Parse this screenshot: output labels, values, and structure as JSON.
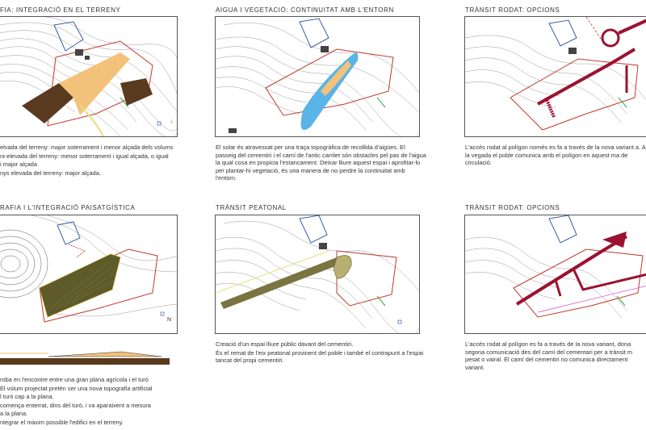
{
  "panels": [
    {
      "id": "topografia-1",
      "title": "FIA: INTEGRACIÓ EN EL TERRENY",
      "text": [
        "elvada del terreny: major soterrament i menor alçada dels volums",
        "ni-elevada del terreny: menor soterrament i igual alçada, o igual",
        "i major alçada",
        "nys elevada del terreny: major alçada."
      ]
    },
    {
      "id": "aigua",
      "title": "AIGUA I VEGETACIÓ: CONTINUITAT AMB L'ENTORN",
      "text": [
        "El solar és atravessat per una traça topogràfica de recollida d'aigües. El passeig del cementiri i el camí de l'antic carrilet són obstacles pel pas de l'aigua la qual cosa en propicia l'estancament. Deixar lliure aquest espai i aprofitar-lo per plantar-hi vegetació, és una manera de no perdre la continuitat amb l'entorn."
      ]
    },
    {
      "id": "transit-rodat-1",
      "title": "TRÀNSIT RODAT: OPCIONS",
      "text": [
        "L'accés rodat al polígon només es fa a través de la nova variant a. A la vegada el poble comunica amb el polígon en aquest ma de circulació."
      ]
    },
    {
      "id": "topografia-2",
      "title": "RAFIA I L'INTEGRACIÓ PAISATGÍSTICA",
      "text": [
        "roba en l'encontre entre una gran plana agrícola i el turó",
        "El volum projectat pretén ser una nova topografia artificial",
        "l turó cap a la plana.",
        "comença enterrat, dins del turó, i va aparaixent a mesura",
        "a la plana.",
        "ntegrar el màxim possible l'edifici en el terreny."
      ]
    },
    {
      "id": "transit-peatonal",
      "title": "TRÀNSIT PEATONAL",
      "text": [
        "Creació d'un espai lliure públic davant del cementiri.",
        "És el remat de l'eix peatonal provinent del poble i també el contrapunt a l'espai tancat del propi cementiri."
      ]
    },
    {
      "id": "transit-rodat-2",
      "title": "TRÀNSIT RODAT: OPCIONS",
      "text": [
        "L'accés rodat al polígon es fa a través de la nova variant, dona segona comunicació des del camí del cementari per a trànsit m pesat o vairal. El camí del cementiri no comunica directament variant."
      ]
    }
  ],
  "north_labels": [
    "N",
    "N"
  ],
  "colors": {
    "contour": "#9a9a9a",
    "plot_outline": "#c0392b",
    "cemetery": "#3a5fa8",
    "volume_dark": "#5a3a1e",
    "volume_light": "#f3c27a",
    "water": "#5ab4e8",
    "road": "#9b1230",
    "green": "#38a838",
    "olive": "#5e5a2a",
    "yellow_path": "#e6e07a"
  }
}
